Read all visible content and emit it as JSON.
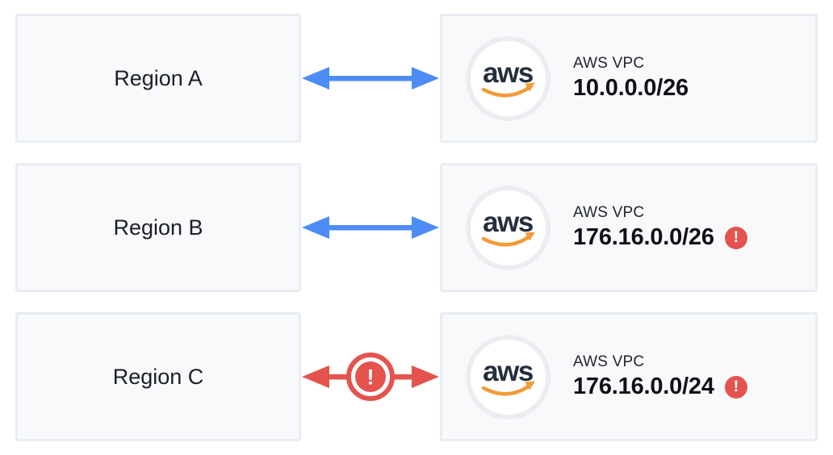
{
  "diagram": {
    "rows": [
      {
        "region_label": "Region A",
        "vpc_title": "AWS VPC",
        "vpc_cidr": "10.0.0.0/26",
        "link": "ok",
        "cidr_warning": false
      },
      {
        "region_label": "Region B",
        "vpc_title": "AWS VPC",
        "vpc_cidr": "176.16.0.0/26",
        "link": "ok",
        "cidr_warning": true
      },
      {
        "region_label": "Region C",
        "vpc_title": "AWS VPC",
        "vpc_cidr": "176.16.0.0/24",
        "link": "conflict",
        "cidr_warning": true
      }
    ]
  },
  "icons": {
    "aws_logo_text": "aws",
    "warning_glyph": "!"
  },
  "colors": {
    "blue": "#4d8cf5",
    "red": "#e5534e",
    "navy": "#252f3e",
    "orange": "#f29b38",
    "box_fill": "#f8f9fb",
    "box_border": "#e9ecf2",
    "ring": "#ededf1"
  }
}
